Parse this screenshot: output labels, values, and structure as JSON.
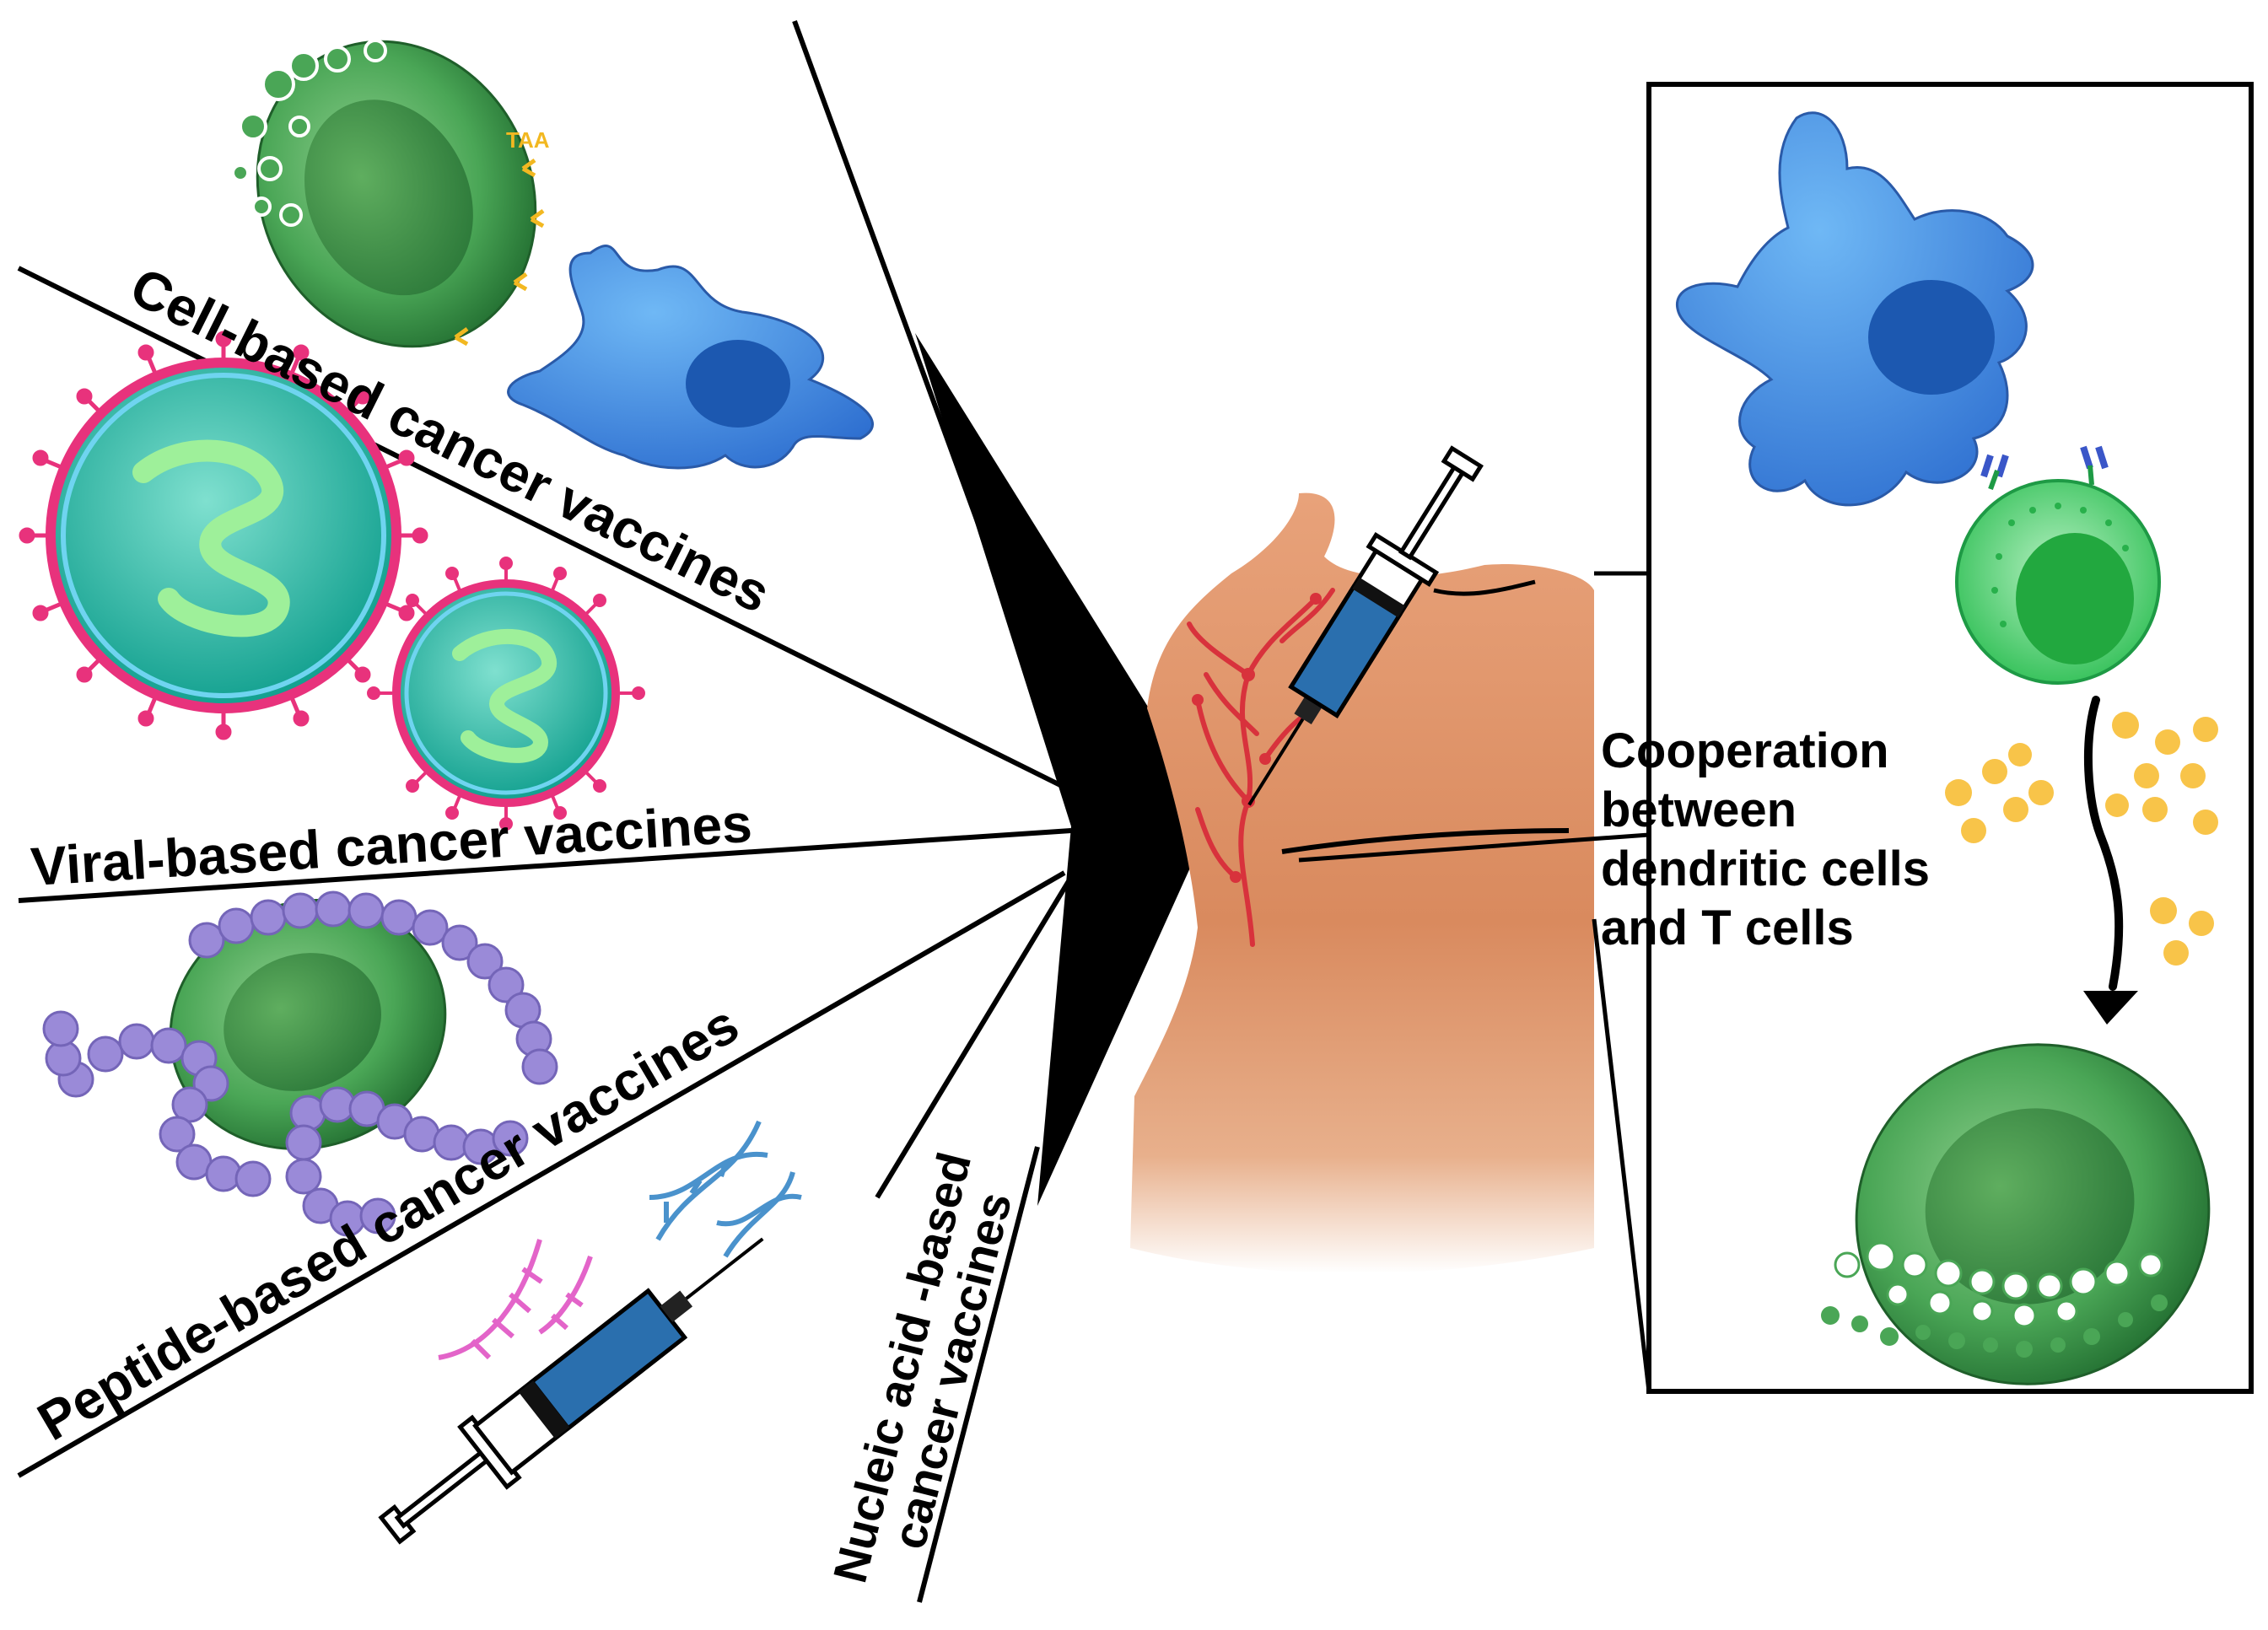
{
  "labels": {
    "cell_based": "Cell-based cancer vaccines",
    "viral_based": "Viral-based cancer vaccines",
    "peptide_based": "Peptide-based cancer vaccines",
    "nucleic_line1": "Nucleic acid -based",
    "nucleic_line2": "cancer vaccines",
    "taa": "TAA",
    "coop_line1": "Cooperation",
    "coop_line2": "between",
    "coop_line3": "dendritic cells",
    "coop_line4": "and T cells"
  },
  "colors": {
    "tumor_cell": "#3f9e48",
    "dendritic_cell": "#3e86dc",
    "t_cell": "#33c15a",
    "virus_capsid": "#22b9a4",
    "virus_spike": "#e8327c",
    "peptide": "#9a8ad8",
    "skin": "#d98a5e",
    "vessels": "#d8323c",
    "cytokine": "#f8c449",
    "syringe_barrel": "#2a6fae",
    "rna": "#e364c9",
    "dna": "#4a92cc"
  }
}
